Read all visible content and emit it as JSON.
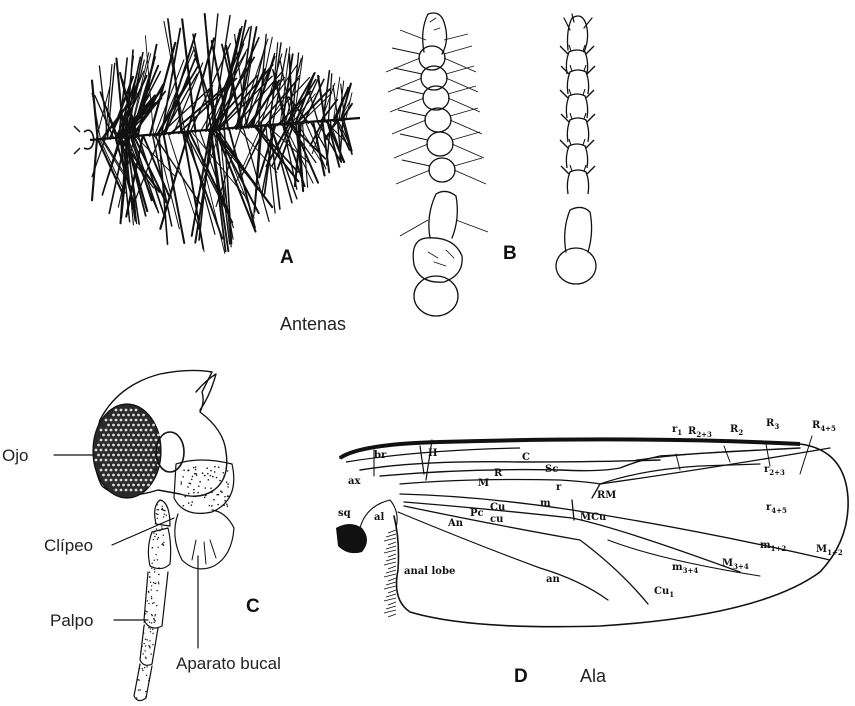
{
  "panels": {
    "a": {
      "letter": "A"
    },
    "b": {
      "letter": "B"
    },
    "c": {
      "letter": "C"
    },
    "d": {
      "letter": "D"
    }
  },
  "captions": {
    "antennae": "Antenas",
    "wing": "Ala"
  },
  "head_labels": {
    "eye": "Ojo",
    "clypeus": "Clípeo",
    "palp": "Palpo",
    "mouthparts": "Aparato bucal"
  },
  "wing_labels": {
    "br": "br",
    "h": "H",
    "c": "C",
    "sc": "Sc",
    "r_vein": "R",
    "r_cell": "r",
    "ax": "ax",
    "m_vein": "M",
    "cu_vein": "Cu",
    "m_cell": "m",
    "rm": "RM",
    "mcu": "MCu",
    "sq": "sq",
    "al": "al",
    "pc": "Pc",
    "an_vein": "An",
    "cu_cell": "cu",
    "anal_lobe": "anal lobe",
    "an_cell": "an",
    "r1": "r",
    "r1_sub": "1",
    "r23": "R",
    "r23_sub": "2+3",
    "r2": "R",
    "r2_sub": "2",
    "r3": "R",
    "r3_sub": "3",
    "r45": "R",
    "r45_sub": "4+5",
    "r23c": "r",
    "r23c_sub": "2+3",
    "r45c": "r",
    "r45c_sub": "4+5",
    "m12c": "m",
    "m12c_sub": "1+2",
    "m12": "M",
    "m12_sub": "1+2",
    "m34c": "m",
    "m34c_sub": "3+4",
    "m34": "M",
    "m34_sub": "3+4",
    "cu1": "Cu",
    "cu1_sub": "1"
  }
}
